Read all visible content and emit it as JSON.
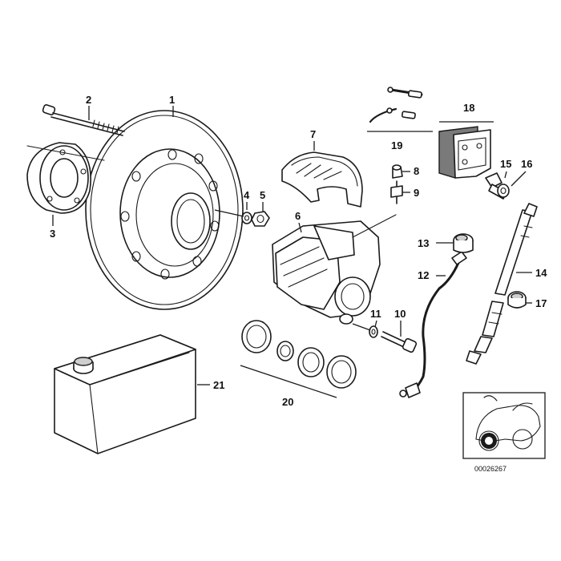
{
  "diagram": {
    "reference_code": "00026267",
    "callouts": [
      "1",
      "2",
      "3",
      "4",
      "5",
      "6",
      "7",
      "8",
      "9",
      "10",
      "11",
      "12",
      "13",
      "14",
      "15",
      "16",
      "17",
      "18",
      "19",
      "20",
      "21"
    ]
  },
  "colors": {
    "line": "#1a1a1a",
    "paper": "#ffffff",
    "inset_highlight": "#1a1a1a"
  }
}
